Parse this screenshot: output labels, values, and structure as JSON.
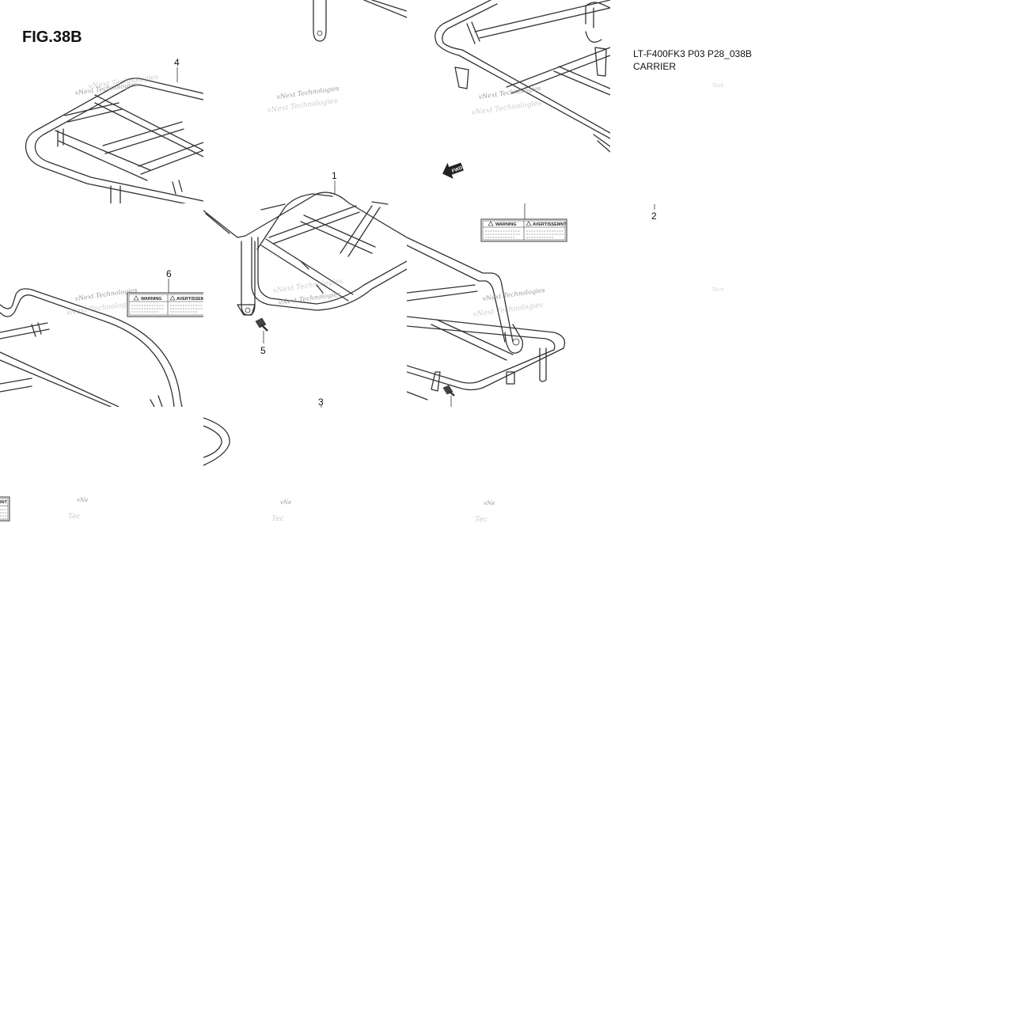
{
  "figure": {
    "title": "FIG.38B"
  },
  "model_info": {
    "code": "LT-F400FK3 P03 P28_038B",
    "name": "CARRIER"
  },
  "callouts": [
    {
      "id": "c1",
      "label": "1"
    },
    {
      "id": "c2",
      "label": "2"
    },
    {
      "id": "c3",
      "label": "3"
    },
    {
      "id": "c4",
      "label": "4"
    },
    {
      "id": "c5",
      "label": "5"
    },
    {
      "id": "c6",
      "label": "6"
    }
  ],
  "warning_label": {
    "left": "WARNING",
    "right": "AVERTISSEMNT",
    "right_truncated": "AVERTISSEM"
  },
  "direction_marker": {
    "text": "FWD",
    "icon": "forward-arrow-icon"
  },
  "watermark": {
    "line1": "vNext",
    "line2": "Technologies",
    "full": "vNext Technologies",
    "fragment_v": "vNe",
    "fragment_t": "Tec",
    "fragment_t2": "Tech",
    "fragment_int": "INT"
  }
}
